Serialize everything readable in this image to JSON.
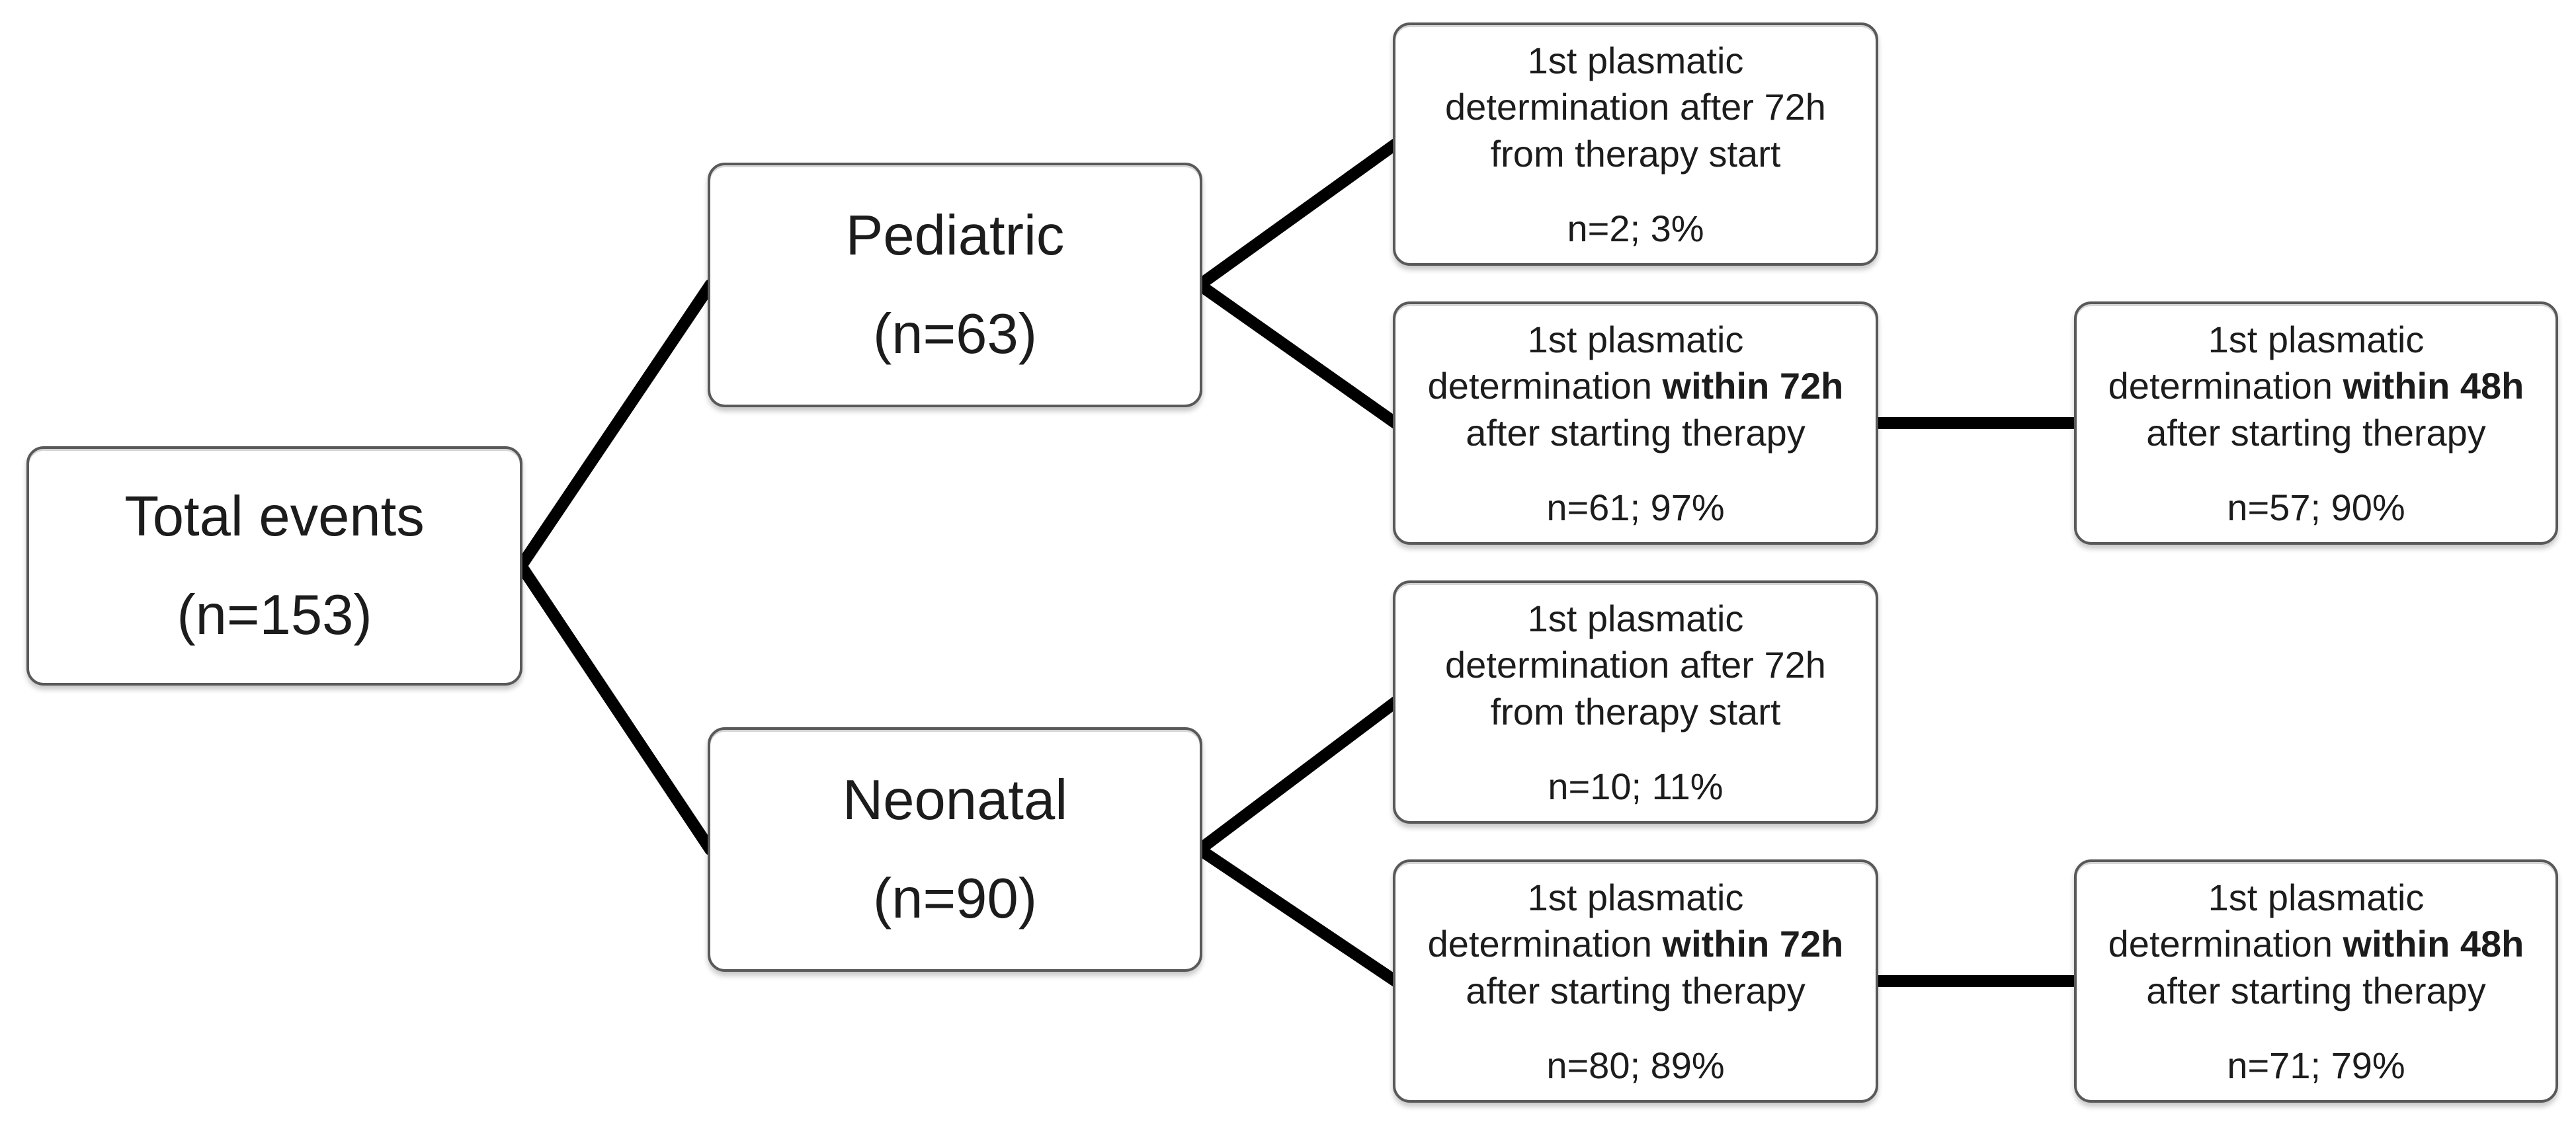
{
  "canvas": {
    "background": "#ffffff",
    "box_fill": "#ffffff",
    "box_border_color": "#595959",
    "connector_color": "#000000",
    "text_color": "#1c1c1c"
  },
  "nodes": {
    "total": {
      "title": "Total events",
      "subtitle": "(n=153)"
    },
    "pediatric": {
      "title": "Pediatric",
      "subtitle": "(n=63)"
    },
    "neonatal": {
      "title": "Neonatal",
      "subtitle": "(n=90)"
    },
    "ped_after72": {
      "line1": "1st plasmatic",
      "line2_normal": "determination after 72h",
      "line2_bold": "",
      "line3": "from therapy start",
      "stat": "n=2; 3%"
    },
    "ped_within72": {
      "line1": "1st plasmatic",
      "line2_normal": "determination ",
      "line2_bold": "within 72h",
      "line3": "after starting therapy",
      "stat": "n=61; 97%"
    },
    "ped_within48": {
      "line1": "1st plasmatic",
      "line2_normal": "determination ",
      "line2_bold": "within 48h",
      "line3": "after starting therapy",
      "stat": "n=57; 90%"
    },
    "neo_after72": {
      "line1": "1st plasmatic",
      "line2_normal": "determination after 72h",
      "line2_bold": "",
      "line3": "from therapy start",
      "stat": "n=10; 11%"
    },
    "neo_within72": {
      "line1": "1st plasmatic",
      "line2_normal": "determination ",
      "line2_bold": "within 72h",
      "line3": "after starting therapy",
      "stat": "n=80; 89%"
    },
    "neo_within48": {
      "line1": "1st plasmatic",
      "line2_normal": "determination ",
      "line2_bold": "within 48h",
      "line3": "after starting therapy",
      "stat": "n=71; 79%"
    }
  },
  "edges": [
    {
      "from": "total",
      "to": "pediatric"
    },
    {
      "from": "total",
      "to": "neonatal"
    },
    {
      "from": "pediatric",
      "to": "ped_after72"
    },
    {
      "from": "pediatric",
      "to": "ped_within72"
    },
    {
      "from": "neonatal",
      "to": "neo_after72"
    },
    {
      "from": "neonatal",
      "to": "neo_within72"
    },
    {
      "from": "ped_within72",
      "to": "ped_within48"
    },
    {
      "from": "neo_within72",
      "to": "neo_within48"
    }
  ]
}
